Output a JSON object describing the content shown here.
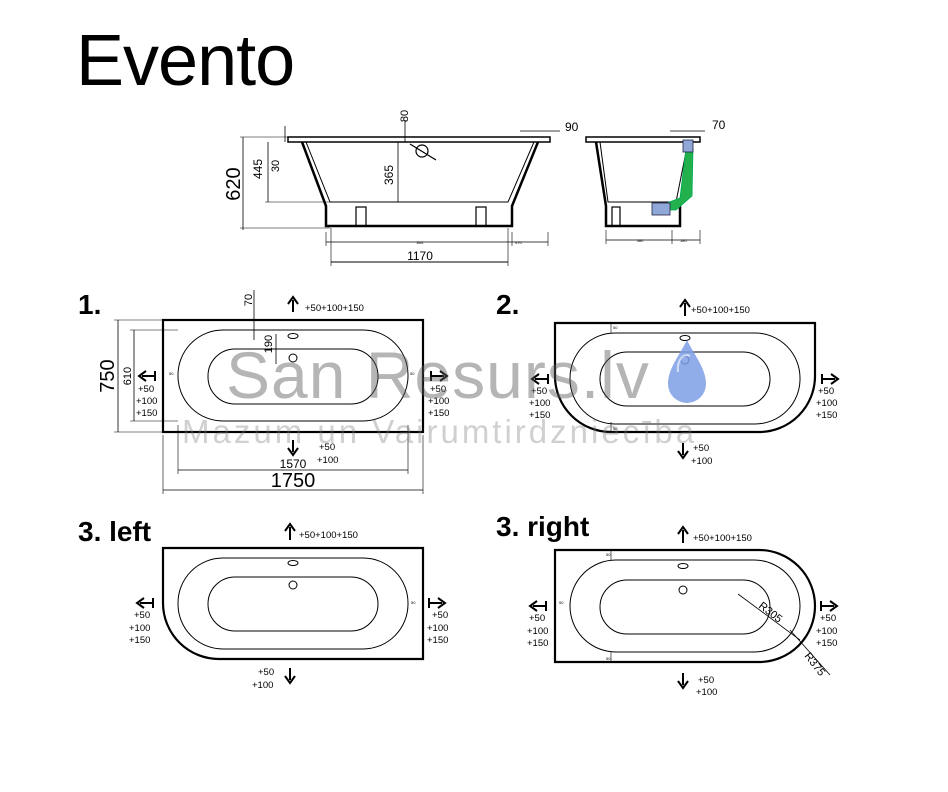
{
  "title": "Evento",
  "side_view": {
    "height_total": "620",
    "height_445": "445",
    "height_30": "30",
    "depth_365": "365",
    "top_80": "80",
    "length_1170": "1170",
    "small_a": "800",
    "small_b": "470",
    "rim_90": "90"
  },
  "end_view": {
    "rim_70": "70",
    "small_a": "380",
    "small_b": "180"
  },
  "variants": {
    "v1": {
      "label": "1.",
      "outer_length": "1750",
      "inner_length": "1570",
      "outer_width": "750",
      "inner_width": "610",
      "top_offset": "70",
      "drain_offset": "190",
      "top_adjust": "+50+100+150",
      "left_adjust": [
        "+50",
        "+100",
        "+150"
      ],
      "right_adjust": [
        "+50",
        "+100",
        "+150"
      ],
      "bottom_adjust": [
        "+50",
        "+100"
      ],
      "small_mark": "50"
    },
    "v2": {
      "label": "2.",
      "top_adjust": "+50+100+150",
      "left_adjust": [
        "+50",
        "+100",
        "+150"
      ],
      "right_adjust": [
        "+50",
        "+100",
        "+150"
      ],
      "bottom_adjust": [
        "+50",
        "+100"
      ],
      "small_mark": "50"
    },
    "v3l": {
      "label": "3. left",
      "top_adjust": "+50+100+150",
      "left_adjust": [
        "+50",
        "+100",
        "+150"
      ],
      "right_adjust": [
        "+50",
        "+100",
        "+150"
      ],
      "bottom_adjust": [
        "+50",
        "+100"
      ],
      "small_mark": "50"
    },
    "v3r": {
      "label": "3. right",
      "top_adjust": "+50+100+150",
      "left_adjust": [
        "+50",
        "+100",
        "+150"
      ],
      "right_adjust": [
        "+50",
        "+100",
        "+150"
      ],
      "bottom_adjust": [
        "+50",
        "+100"
      ],
      "radius_inner": "R305",
      "radius_outer": "R375",
      "small_mark": "50"
    }
  },
  "watermark": {
    "main": "San Resurs.lv",
    "sub": "Mazum un Vairumtirdzniecība"
  },
  "colors": {
    "drain_green": "#22b14c",
    "drop_blue": "#7d9fe6",
    "line": "#000000"
  }
}
